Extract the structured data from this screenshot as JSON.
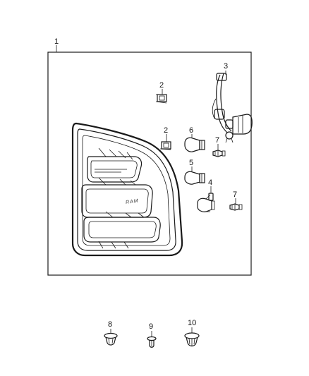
{
  "diagram": {
    "callouts": {
      "assembly": "1",
      "nut_upper": "2",
      "nut_lower": "2",
      "wiring_harness": "3",
      "socket": "4",
      "bulb_lower": "5",
      "bulb_upper": "6",
      "bulb_small_upper": "7",
      "bulb_small_lower": "7",
      "push_pin_8": "8",
      "push_pin_9": "9",
      "push_pin_10": "10"
    },
    "lamp_lettering": "RAM"
  }
}
